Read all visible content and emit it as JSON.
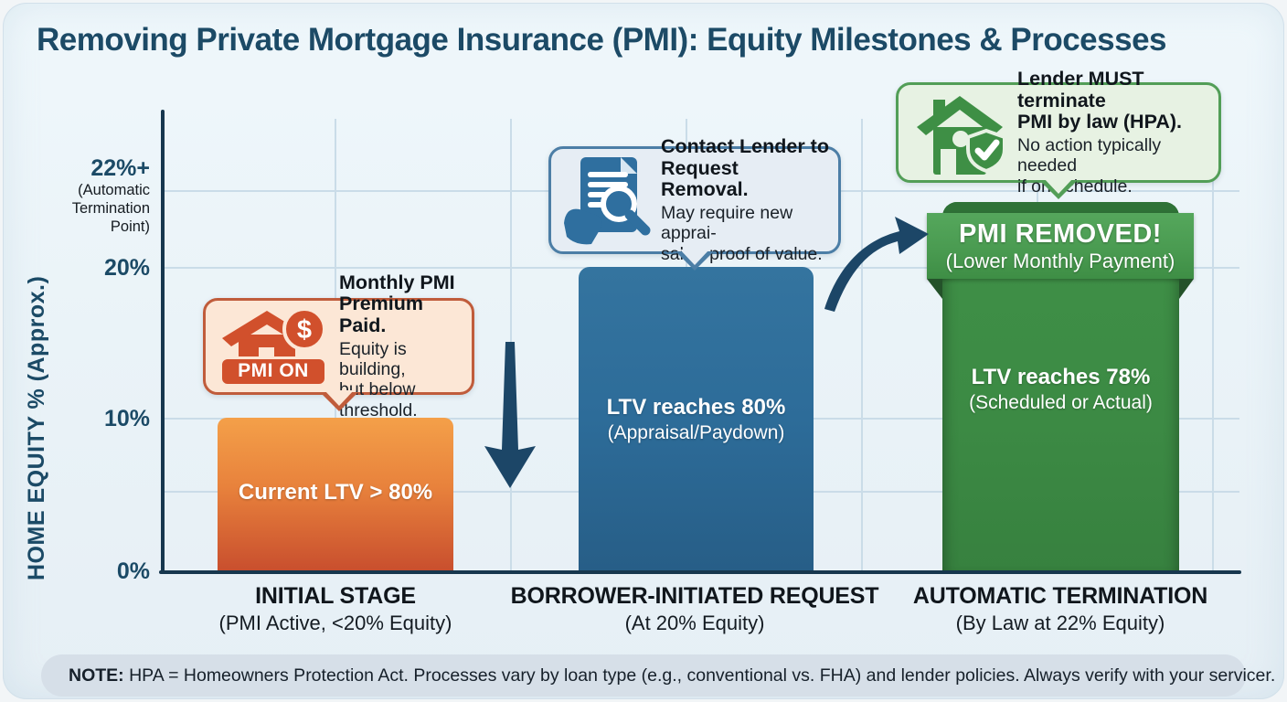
{
  "title": "Removing Private Mortgage Insurance (PMI): Equity Milestones & Processes",
  "y_axis": {
    "title": "HOME EQUITY % (Approx.)",
    "top_tick": "22%+",
    "top_tick_note": "(Automatic\nTermination\nPoint)",
    "tick_20": "20%",
    "tick_10": "10%",
    "tick_0": "0%"
  },
  "bars": [
    {
      "label_line1": "Current LTV > 80%",
      "label_line2": "",
      "axis_title": "INITIAL STAGE",
      "axis_subtitle": "(PMI Active, <20% Equity)",
      "color": "#e8823c"
    },
    {
      "label_line1": "LTV reaches 80%",
      "label_line2": "(Appraisal/Paydown)",
      "axis_title": "BORROWER-INITIATED REQUEST",
      "axis_subtitle": "(At 20% Equity)",
      "color": "#2d6c99"
    },
    {
      "label_line1": "LTV reaches 78%",
      "label_line2": "(Scheduled or Actual)",
      "axis_title": "AUTOMATIC TERMINATION",
      "axis_subtitle": "(By Law at 22% Equity)",
      "color": "#3c8a44"
    }
  ],
  "callouts": [
    {
      "heading": "Monthly PMI\nPremium Paid.",
      "body": "Equity is building,\nbut below threshold.",
      "badge": "PMI ON",
      "icon": "house-dollar",
      "border_color": "#c05c3b",
      "bg_color": "#fce7d6"
    },
    {
      "heading": "Contact Lender to\nRequest Removal.",
      "body": "May require new apprai-\nsal or proof of value.",
      "icon": "document-magnifier-hand",
      "border_color": "#4c7ea6",
      "bg_color": "#e6edf4"
    },
    {
      "heading": "Lender MUST terminate\nPMI by law (HPA).",
      "body": "No action typically needed\nif on schedule.",
      "icon": "house-shield-check",
      "border_color": "#529e57",
      "bg_color": "#e7f2e3"
    }
  ],
  "banner": {
    "title": "PMI REMOVED!",
    "subtitle": "(Lower Monthly Payment)"
  },
  "note": {
    "label": "NOTE:",
    "text": "HPA = Homeowners Protection Act. Processes vary by loan type (e.g., conventional vs. FHA) and lender policies. Always verify with your servicer."
  },
  "icons": {
    "dollar": "$"
  },
  "chart_data": {
    "type": "bar",
    "title": "Removing Private Mortgage Insurance (PMI): Equity Milestones & Processes",
    "xlabel": "",
    "ylabel": "HOME EQUITY % (Approx.)",
    "categories": [
      "INITIAL STAGE (PMI Active, <20% Equity)",
      "BORROWER-INITIATED REQUEST (At 20% Equity)",
      "AUTOMATIC TERMINATION (By Law at 22% Equity)"
    ],
    "values": [
      10,
      20,
      22
    ],
    "value_labels": [
      "Current LTV > 80%",
      "LTV reaches 80% (Appraisal/Paydown)",
      "LTV reaches 78% (Scheduled or Actual)"
    ],
    "yticks": [
      "0%",
      "10%",
      "20%",
      "22%+ (Automatic Termination Point)"
    ],
    "ylim": [
      0,
      25
    ],
    "grid": true,
    "legend": false,
    "bar_colors": [
      "#e8823c",
      "#2d6c99",
      "#3c8a44"
    ],
    "annotations": [
      "Monthly PMI Premium Paid. Equity is building, but below threshold. (PMI ON)",
      "Contact Lender to Request Removal. May require new appraisal or proof of value.",
      "Lender MUST terminate PMI by law (HPA). No action typically needed if on schedule.",
      "PMI REMOVED! (Lower Monthly Payment)"
    ]
  }
}
